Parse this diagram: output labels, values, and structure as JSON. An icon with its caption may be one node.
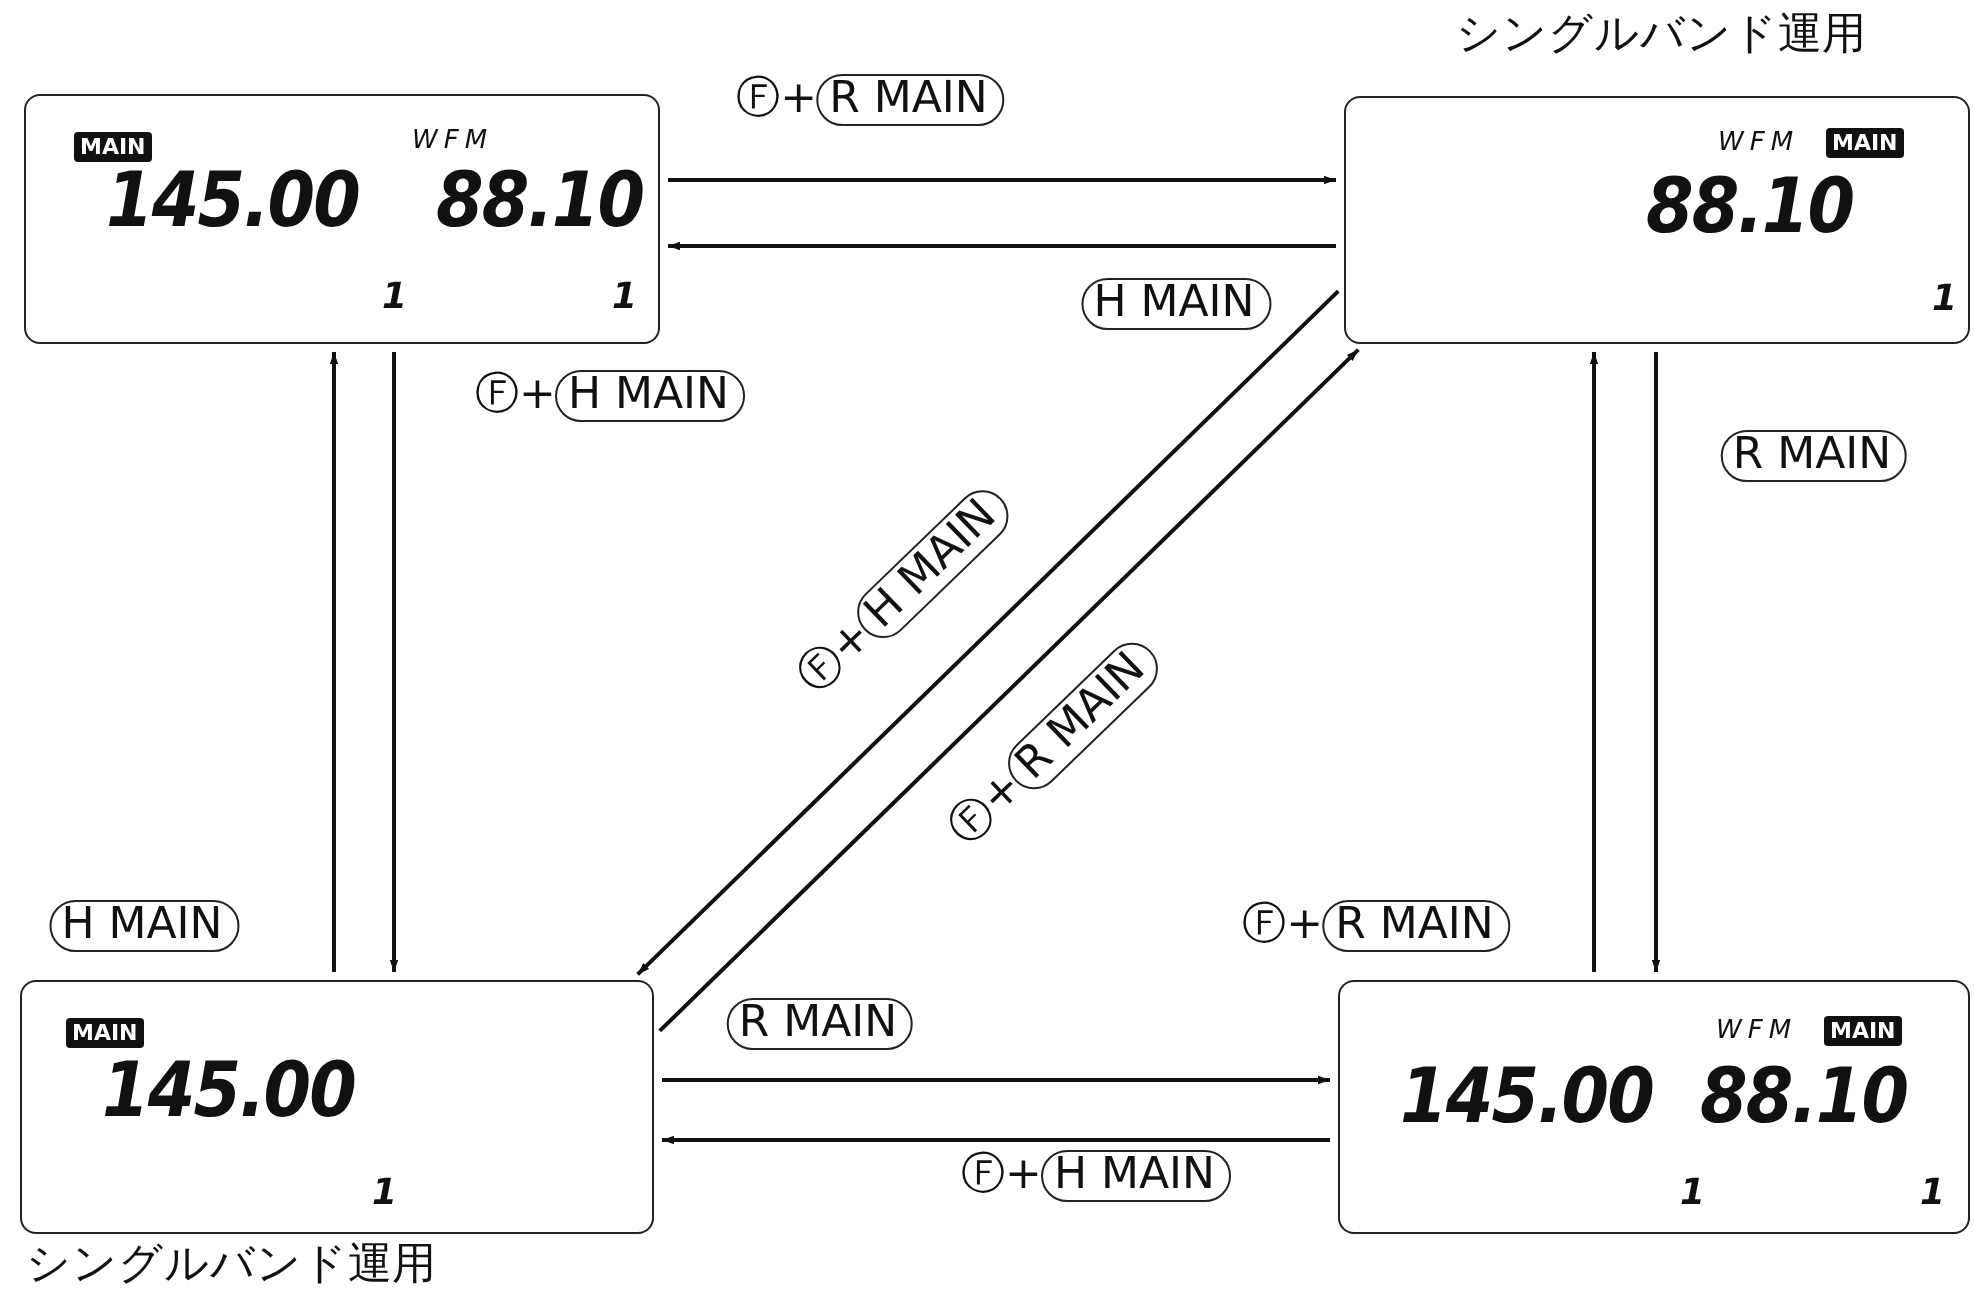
{
  "diagram": {
    "nodes": [
      {
        "text": [
          "MAIN",
          "WFM",
          "145.00",
          "88.10",
          "1",
          "1"
        ]
      },
      {
        "text": [
          "シングルバンド運用",
          "WFM",
          "MAIN",
          "88.10",
          "1"
        ]
      },
      {
        "text": [
          "MAIN",
          "145.00",
          "1",
          "シングルバンド運用"
        ]
      },
      {
        "text": [
          "WFM",
          "MAIN",
          "145.00",
          "88.10",
          "1",
          "1"
        ]
      }
    ],
    "edges": [
      {
        "from": 0,
        "to": 1,
        "arrow": "to",
        "label": "Ⓕ+R MAIN"
      },
      {
        "from": 1,
        "to": 0,
        "arrow": "to",
        "label": "H MAIN"
      },
      {
        "from": 0,
        "to": 2,
        "arrow": "to",
        "label": "Ⓕ+H MAIN"
      },
      {
        "from": 2,
        "to": 0,
        "arrow": "to",
        "label": "H MAIN"
      },
      {
        "from": 1,
        "to": 2,
        "arrow": "to",
        "label": "Ⓕ+H MAIN"
      },
      {
        "from": 2,
        "to": 1,
        "arrow": "to",
        "label": "Ⓕ+R MAIN"
      },
      {
        "from": 1,
        "to": 3,
        "arrow": "to",
        "label": "R MAIN"
      },
      {
        "from": 3,
        "to": 1,
        "arrow": "to",
        "label": "Ⓕ+R MAIN"
      },
      {
        "from": 2,
        "to": 3,
        "arrow": "to",
        "label": "R MAIN"
      },
      {
        "from": 3,
        "to": 2,
        "arrow": "to",
        "label": "Ⓕ+H MAIN"
      }
    ]
  }
}
